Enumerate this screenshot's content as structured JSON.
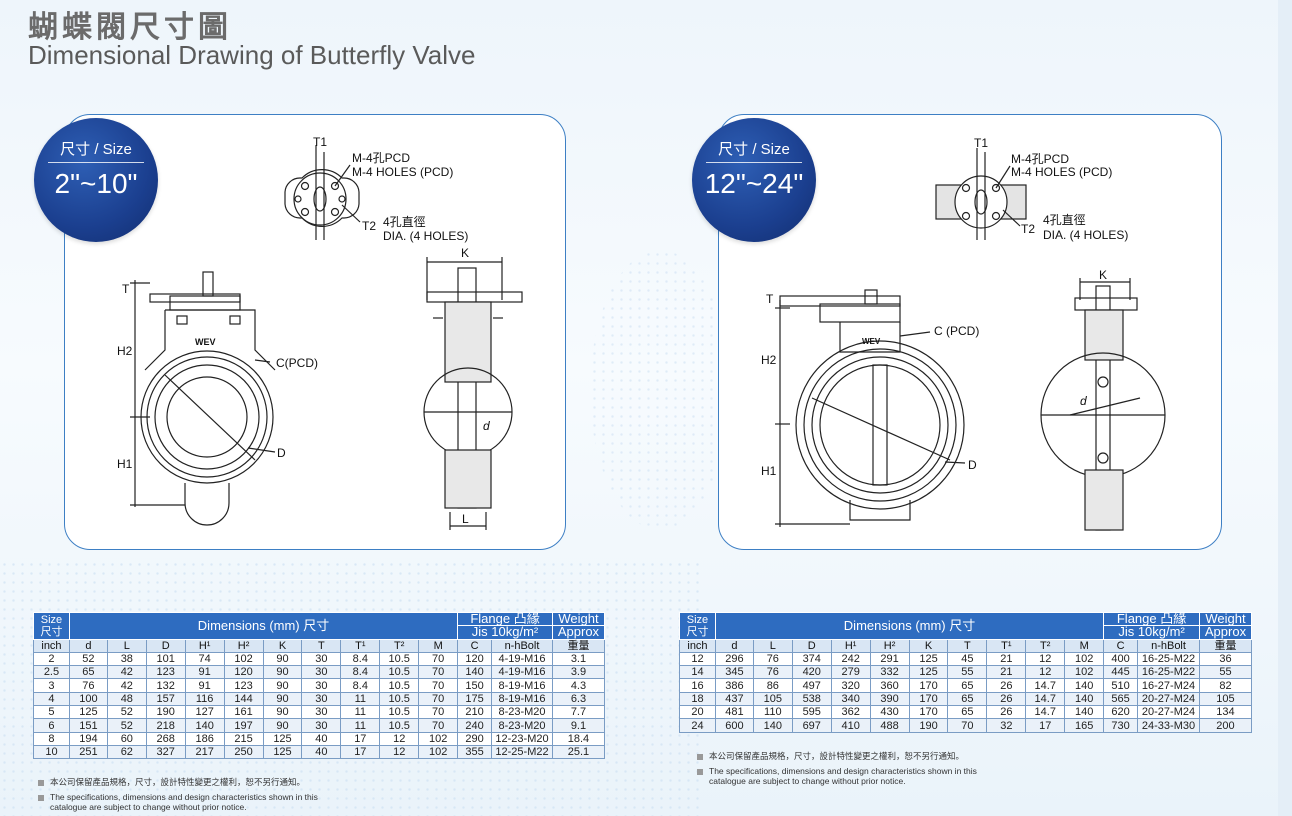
{
  "header": {
    "title_zh": "蝴蝶閥尺寸圖",
    "title_en": "Dimensional Drawing of Butterfly Valve"
  },
  "badges": {
    "label": "尺寸 / Size",
    "left_range": "2\"~10\"",
    "right_range": "12\"~24\""
  },
  "drawing_labels": {
    "t1": "T1",
    "t2": "T2",
    "t": "T",
    "h1": "H1",
    "h2": "H2",
    "m_holes_zh": "M-4孔PCD",
    "m_holes_en": "M-4 HOLES (PCD)",
    "dia_zh": "4孔直徑",
    "dia_en": "DIA. (4 HOLES)",
    "c_pcd_left": "C(PCD)",
    "c_pcd_right": "C (PCD)",
    "d_big": "D",
    "d_small": "d",
    "k": "K",
    "l": "L",
    "brand": "WEV"
  },
  "table_headers": {
    "size": "Size",
    "size_zh": "尺寸",
    "dimensions": "Dimensions (mm) 尺寸",
    "flange": "Flange 凸緣",
    "jis": "Jis 10kg/m²",
    "weight": "Weight",
    "approx": "Approx",
    "weight_zh": "重量",
    "cols": [
      "inch",
      "d",
      "L",
      "D",
      "H¹",
      "H²",
      "K",
      "T",
      "T¹",
      "T²",
      "M",
      "C",
      "n-hBolt",
      "重量"
    ]
  },
  "table_small": [
    [
      "2",
      "52",
      "38",
      "101",
      "74",
      "102",
      "90",
      "30",
      "8.4",
      "10.5",
      "70",
      "120",
      "4-19-M16",
      "3.1"
    ],
    [
      "2.5",
      "65",
      "42",
      "123",
      "91",
      "120",
      "90",
      "30",
      "8.4",
      "10.5",
      "70",
      "140",
      "4-19-M16",
      "3.9"
    ],
    [
      "3",
      "76",
      "42",
      "132",
      "91",
      "123",
      "90",
      "30",
      "8.4",
      "10.5",
      "70",
      "150",
      "8-19-M16",
      "4.3"
    ],
    [
      "4",
      "100",
      "48",
      "157",
      "116",
      "144",
      "90",
      "30",
      "11",
      "10.5",
      "70",
      "175",
      "8-19-M16",
      "6.3"
    ],
    [
      "5",
      "125",
      "52",
      "190",
      "127",
      "161",
      "90",
      "30",
      "11",
      "10.5",
      "70",
      "210",
      "8-23-M20",
      "7.7"
    ],
    [
      "6",
      "151",
      "52",
      "218",
      "140",
      "197",
      "90",
      "30",
      "11",
      "10.5",
      "70",
      "240",
      "8-23-M20",
      "9.1"
    ],
    [
      "8",
      "194",
      "60",
      "268",
      "186",
      "215",
      "125",
      "40",
      "17",
      "12",
      "102",
      "290",
      "12-23-M20",
      "18.4"
    ],
    [
      "10",
      "251",
      "62",
      "327",
      "217",
      "250",
      "125",
      "40",
      "17",
      "12",
      "102",
      "355",
      "12-25-M22",
      "25.1"
    ]
  ],
  "table_large": [
    [
      "12",
      "296",
      "76",
      "374",
      "242",
      "291",
      "125",
      "45",
      "21",
      "12",
      "102",
      "400",
      "16-25-M22",
      "36"
    ],
    [
      "14",
      "345",
      "76",
      "420",
      "279",
      "332",
      "125",
      "55",
      "21",
      "12",
      "102",
      "445",
      "16-25-M22",
      "55"
    ],
    [
      "16",
      "386",
      "86",
      "497",
      "320",
      "360",
      "170",
      "65",
      "26",
      "14.7",
      "140",
      "510",
      "16-27-M24",
      "82"
    ],
    [
      "18",
      "437",
      "105",
      "538",
      "340",
      "390",
      "170",
      "65",
      "26",
      "14.7",
      "140",
      "565",
      "20-27-M24",
      "105"
    ],
    [
      "20",
      "481",
      "110",
      "595",
      "362",
      "430",
      "170",
      "65",
      "26",
      "14.7",
      "140",
      "620",
      "20-27-M24",
      "134"
    ],
    [
      "24",
      "600",
      "140",
      "697",
      "410",
      "488",
      "190",
      "70",
      "32",
      "17",
      "165",
      "730",
      "24-33-M30",
      "200"
    ]
  ],
  "notes": {
    "zh": "本公司保留產品規格，尺寸，設計特性變更之權利，恕不另行通知。",
    "en_line1": "The specifications, dimensions and design characteristics shown in this",
    "en_line2": "catalogue are subject to change without prior notice."
  }
}
